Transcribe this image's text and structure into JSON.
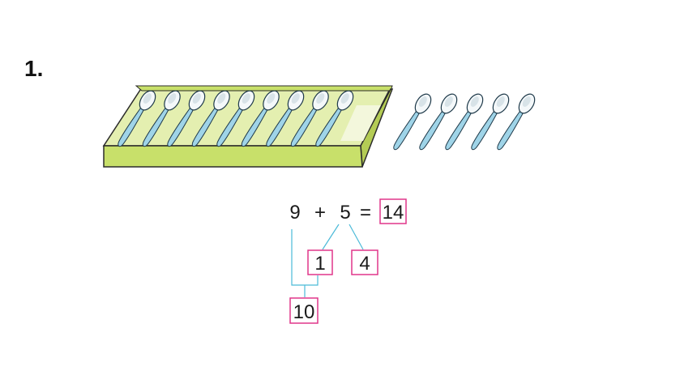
{
  "problem_number": "1.",
  "illustration": {
    "tray_spoons": 9,
    "loose_spoons": 5,
    "tray_color": "#c8e06a",
    "spoon_color": "#9fd4e8",
    "spoon_outline": "#1f3a4a"
  },
  "equation": {
    "left_operand": "9",
    "plus": "+",
    "right_operand": "5",
    "equals": "=",
    "answer": "14"
  },
  "decomposition": {
    "part_one": "1",
    "part_two": "4",
    "ten_sum": "10"
  },
  "colors": {
    "box_border": "#e0368a",
    "connector_line": "#4bbad8",
    "text": "#1a1a1a"
  }
}
